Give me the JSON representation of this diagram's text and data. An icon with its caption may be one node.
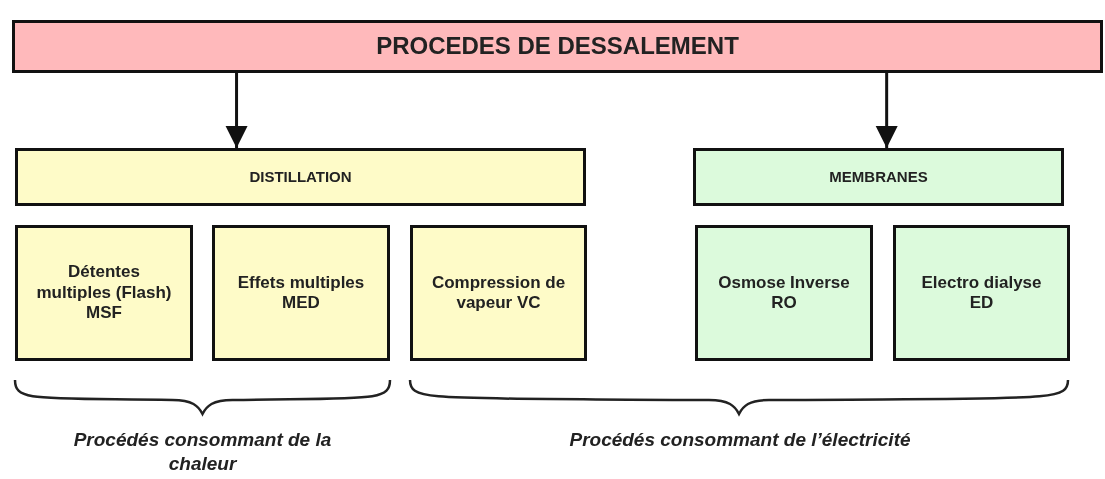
{
  "diagram": {
    "nodes": [
      {
        "text": [
          "PROCEDES DE DESSALEMENT"
        ]
      },
      {
        "text": [
          "DISTILLATION"
        ]
      },
      {
        "text": [
          "MEMBRANES"
        ]
      },
      {
        "text": [
          "Détentes multiples (Flash) MSF"
        ]
      },
      {
        "text": [
          "Effets multiples MED"
        ]
      },
      {
        "text": [
          "Compression de vapeur VC"
        ]
      },
      {
        "text": [
          "Osmose Inverse RO"
        ]
      },
      {
        "text": [
          "Electro dialyse ED"
        ]
      }
    ],
    "edges": [
      {
        "from": 0,
        "to": 1,
        "arrow": "to"
      },
      {
        "from": 0,
        "to": 2,
        "arrow": "to"
      }
    ],
    "labels": [
      "Procédés consommant de la chaleur",
      "Procédés consommant de l’électricité"
    ]
  }
}
